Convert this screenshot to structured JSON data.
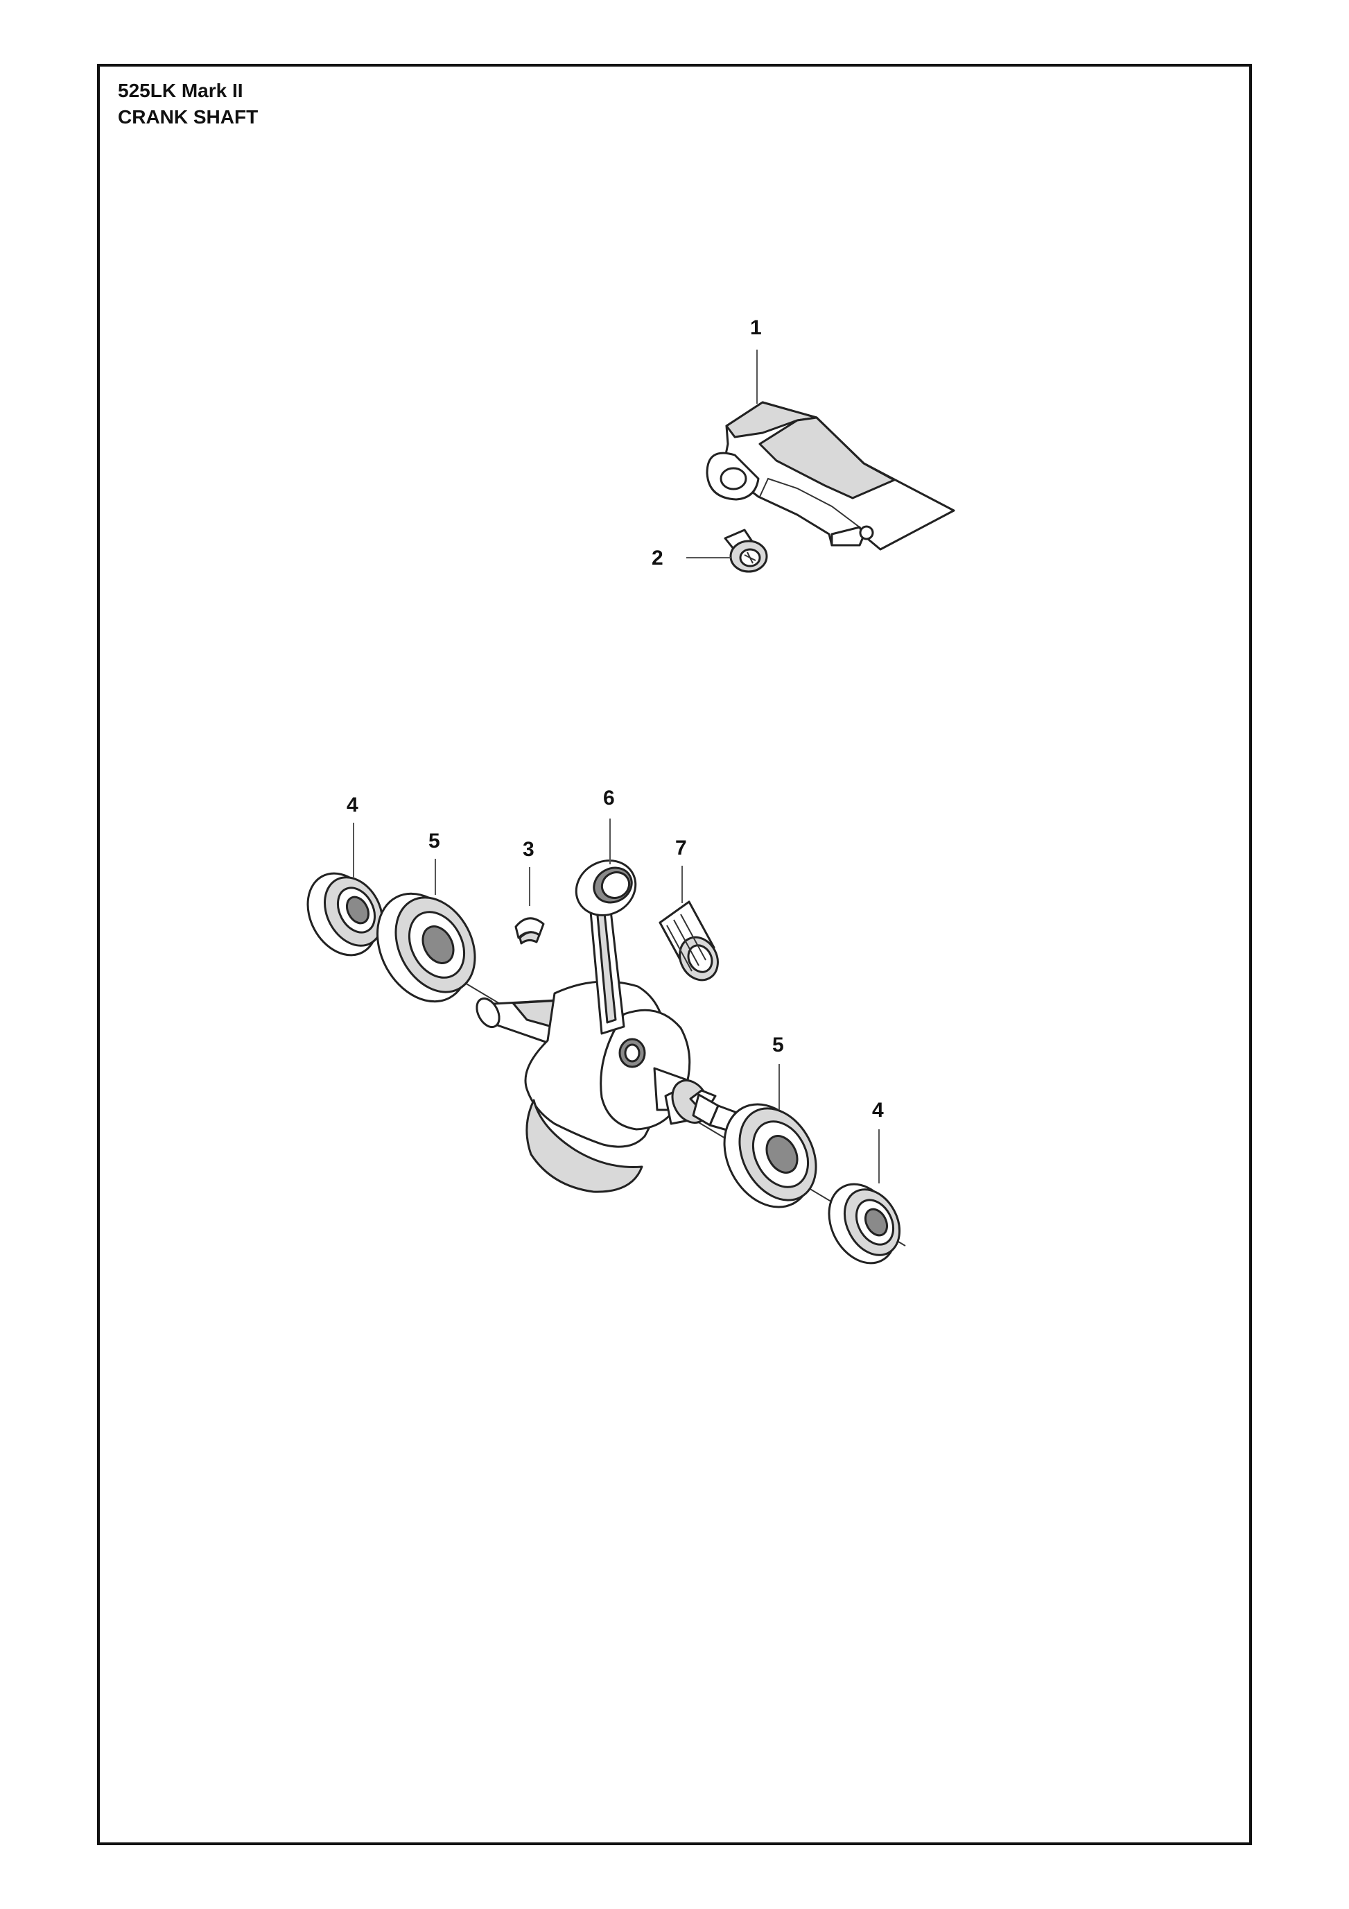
{
  "header": {
    "model": "525LK Mark II",
    "section": "CRANK SHAFT"
  },
  "callouts": [
    {
      "id": "c1",
      "label": "1",
      "part": "crankcase-cover-plate"
    },
    {
      "id": "c2",
      "label": "2",
      "part": "screw"
    },
    {
      "id": "c3",
      "label": "3",
      "part": "woodruff-key"
    },
    {
      "id": "c4a",
      "label": "4",
      "part": "seal-ring-left"
    },
    {
      "id": "c5a",
      "label": "5",
      "part": "ball-bearing-left"
    },
    {
      "id": "c6",
      "label": "6",
      "part": "crankshaft-with-connecting-rod"
    },
    {
      "id": "c7",
      "label": "7",
      "part": "needle-bearing"
    },
    {
      "id": "c5b",
      "label": "5",
      "part": "ball-bearing-right"
    },
    {
      "id": "c4b",
      "label": "4",
      "part": "seal-ring-right"
    }
  ]
}
